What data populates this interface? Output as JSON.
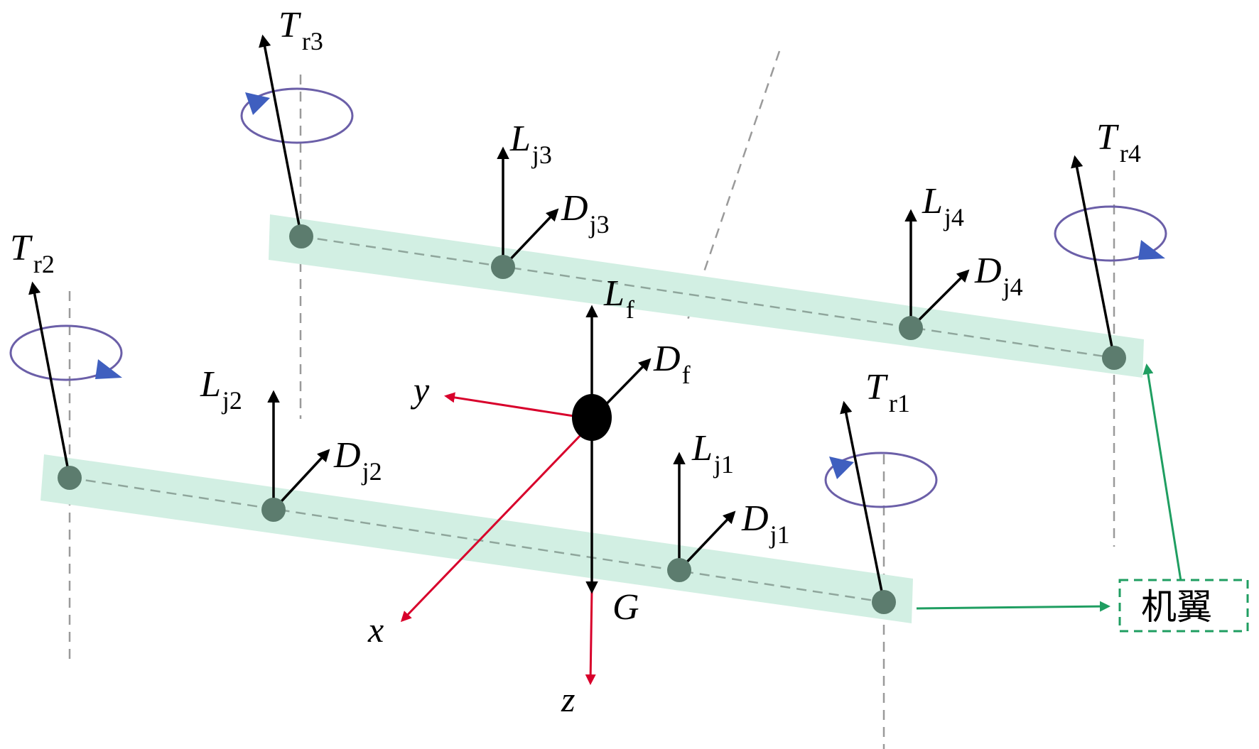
{
  "colors": {
    "wing_fill": "#d2efe3",
    "wing_axis": "#8fa69c",
    "node": "#5c7c6e",
    "force_arrow": "#000000",
    "axis_arrow": "#d8002b",
    "rotation_ring": "#6b5fa8",
    "rotation_head": "#3f5fbf",
    "legend_arrow": "#1f9e61",
    "guide_line": "#9a9a9a"
  },
  "icons": {
    "rotation": "circular-arrow-icon",
    "node": "filled-circle-icon",
    "center_of_mass": "filled-ellipse-icon"
  },
  "wings": {
    "front": {
      "rotors": [
        {
          "T": "T",
          "sub": "r1"
        },
        {
          "T": "T",
          "sub": "r2"
        }
      ],
      "joints": [
        {
          "L": "L",
          "L_sub": "j1",
          "D": "D",
          "D_sub": "j1"
        },
        {
          "L": "L",
          "L_sub": "j2",
          "D": "D",
          "D_sub": "j2"
        }
      ]
    },
    "rear": {
      "rotors": [
        {
          "T": "T",
          "sub": "r3"
        },
        {
          "T": "T",
          "sub": "r4"
        }
      ],
      "joints": [
        {
          "L": "L",
          "L_sub": "j3",
          "D": "D",
          "D_sub": "j3"
        },
        {
          "L": "L",
          "L_sub": "j4",
          "D": "D",
          "D_sub": "j4"
        }
      ]
    }
  },
  "body": {
    "lift": {
      "main": "L",
      "sub": "f"
    },
    "drag": {
      "main": "D",
      "sub": "f"
    },
    "gravity": "G"
  },
  "axes": {
    "x": "x",
    "y": "y",
    "z": "z"
  },
  "legend": {
    "wing_label": "机翼"
  }
}
